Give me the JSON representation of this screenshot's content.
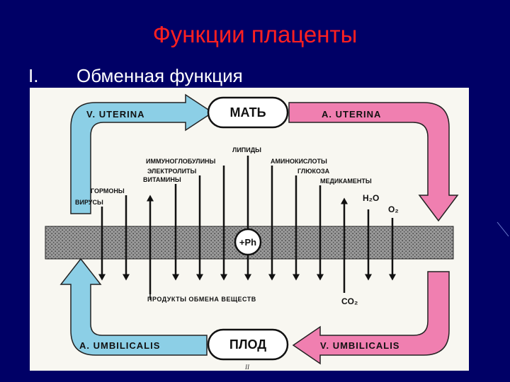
{
  "slide": {
    "title": "Функции плаценты",
    "bullet_marker": "I.",
    "bullet_text": "Обменная функция"
  },
  "diagram": {
    "top_left_vessel": "V. UTERINA",
    "top_right_vessel": "A. UTERINA",
    "bottom_left_vessel": "A. UMBILICALIS",
    "bottom_right_vessel": "V. UMBILICALIS",
    "mother_label": "МАТЬ",
    "fetus_label": "ПЛОД",
    "membrane_label": "+Ph",
    "substances_down": {
      "viruses": "ВИРУСЫ",
      "hormones": "ГОРМОНЫ",
      "vitamins": "ВИТАМИНЫ",
      "electrolytes": "ЭЛЕКТРОЛИТЫ",
      "immunoglobulins": "ИММУНОГЛОБУЛИНЫ",
      "lipids": "ЛИПИДЫ",
      "amino_acids": "АМИНОКИСЛОТЫ",
      "glucose": "ГЛЮКОЗА",
      "medicines": "МЕДИКАМЕНТЫ",
      "water": "H₂O",
      "oxygen": "O₂"
    },
    "substances_up": {
      "metabolic_products": "ПРОДУКТЫ ОБМЕНА ВЕЩЕСТВ",
      "carbon_dioxide": "CO₂"
    },
    "footer_mark": "II"
  },
  "colors": {
    "background": "#000066",
    "title": "#ff2020",
    "maternal_arrow": "#f07fb0",
    "fetal_arrow": "#8ccfe6",
    "paper": "#f8f7f1"
  }
}
